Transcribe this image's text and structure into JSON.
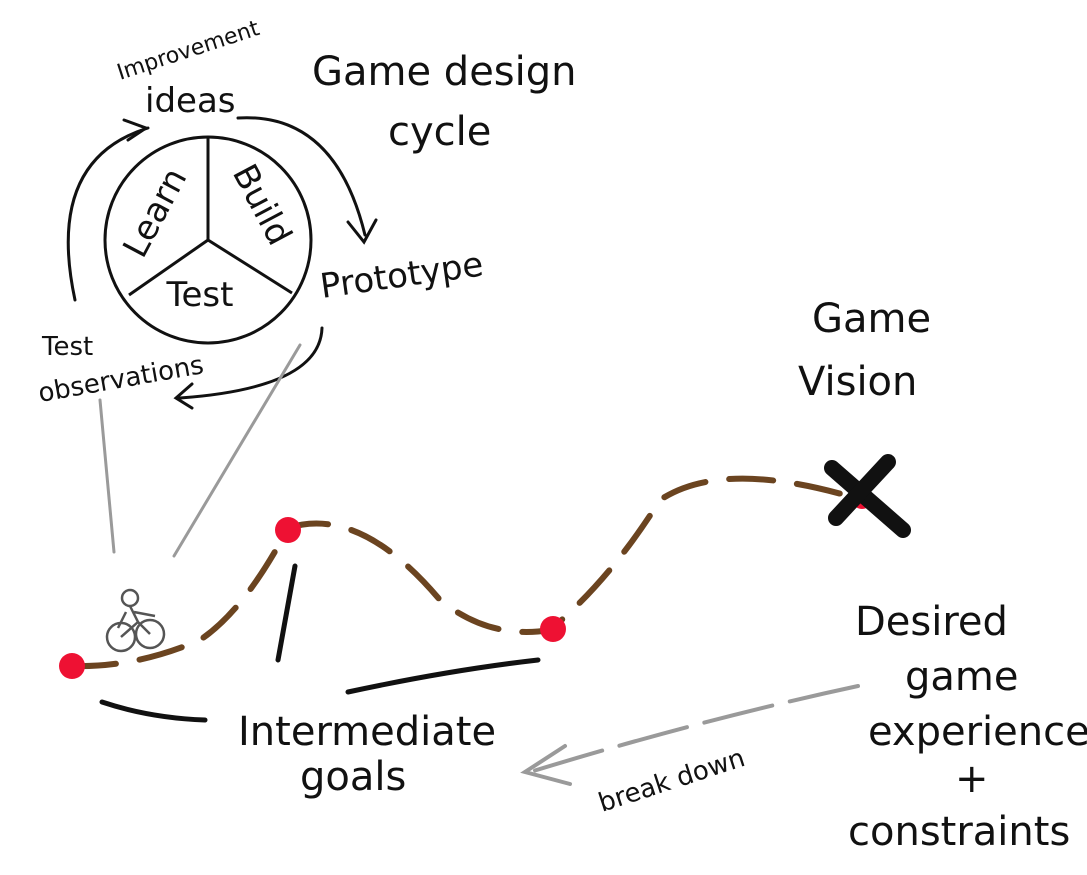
{
  "title": [
    "Game design",
    "cycle"
  ],
  "cycle": {
    "sectors": [
      "Learn",
      "Build",
      "Test"
    ],
    "artifacts": {
      "improvement": [
        "Improvement",
        "ideas"
      ],
      "prototype": "Prototype",
      "observations": [
        "Test",
        "observations"
      ]
    }
  },
  "vision": [
    "Game",
    "Vision"
  ],
  "goals_label": [
    "Intermediate",
    "goals"
  ],
  "experience": [
    "Desired",
    "game",
    "experience",
    "+",
    "constraints"
  ],
  "breakdown_label": "break down",
  "colors": {
    "ink": "#111111",
    "path": "#6b4420",
    "goal_marker": "#ee1133",
    "connector": "#9a9a9a"
  }
}
